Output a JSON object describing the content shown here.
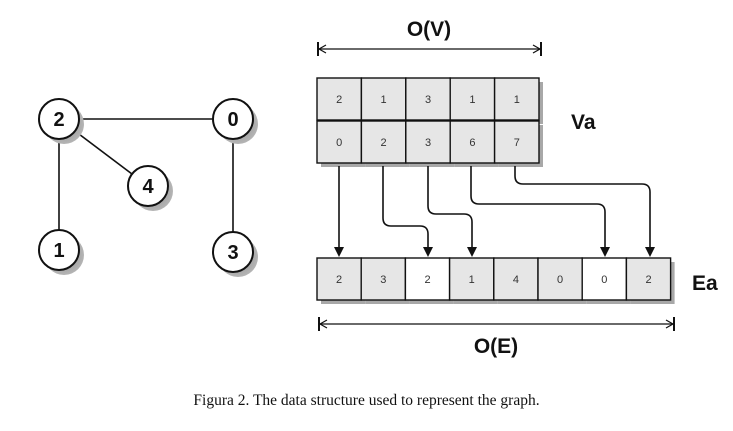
{
  "graph": {
    "nodes": [
      {
        "id": "node-2",
        "label": "2"
      },
      {
        "id": "node-0",
        "label": "0"
      },
      {
        "id": "node-4",
        "label": "4"
      },
      {
        "id": "node-1",
        "label": "1"
      },
      {
        "id": "node-3",
        "label": "3"
      }
    ],
    "edges": [
      {
        "from": "2",
        "to": "0"
      },
      {
        "from": "2",
        "to": "4"
      },
      {
        "from": "2",
        "to": "1"
      },
      {
        "from": "0",
        "to": "3"
      }
    ]
  },
  "va": {
    "label": "Va",
    "complexity": "O(V)",
    "degrees": [
      "2",
      "1",
      "3",
      "1",
      "1"
    ],
    "offsets": [
      "0",
      "2",
      "3",
      "6",
      "7"
    ]
  },
  "ea": {
    "label": "Ea",
    "complexity": "O(E)",
    "values": [
      "2",
      "3",
      "2",
      "1",
      "4",
      "0",
      "0",
      "2"
    ],
    "highlighted": [
      2,
      6
    ]
  },
  "caption": "Figura 2. The data structure used to represent the graph.",
  "colors": {
    "cell_fill": "#e6e6e6",
    "cell_highlight": "#ffffff",
    "cell_shadow": "#a8a8a8",
    "stroke": "#111111"
  }
}
